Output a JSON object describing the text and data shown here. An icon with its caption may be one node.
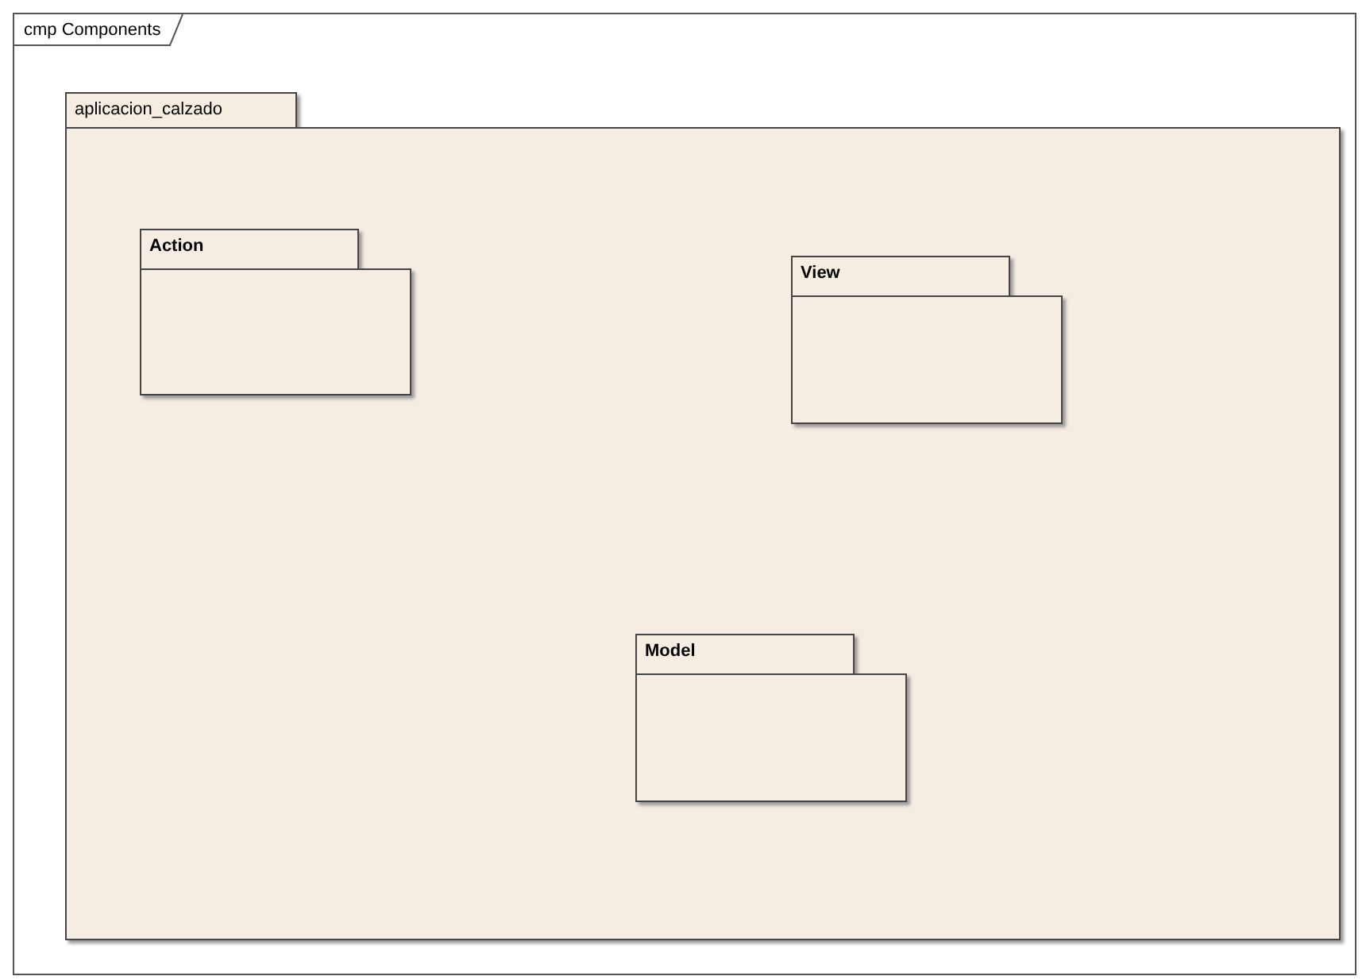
{
  "diagram": {
    "nodes": [
      {
        "text": [
          "cmp Components"
        ]
      },
      {
        "text": [
          "aplicacion_calzado"
        ],
        "in": 0
      },
      {
        "text": [
          "Action"
        ],
        "in": 1
      },
      {
        "text": [
          "View"
        ],
        "in": 1
      },
      {
        "text": [
          "Model"
        ],
        "in": 1
      }
    ],
    "edges": []
  }
}
